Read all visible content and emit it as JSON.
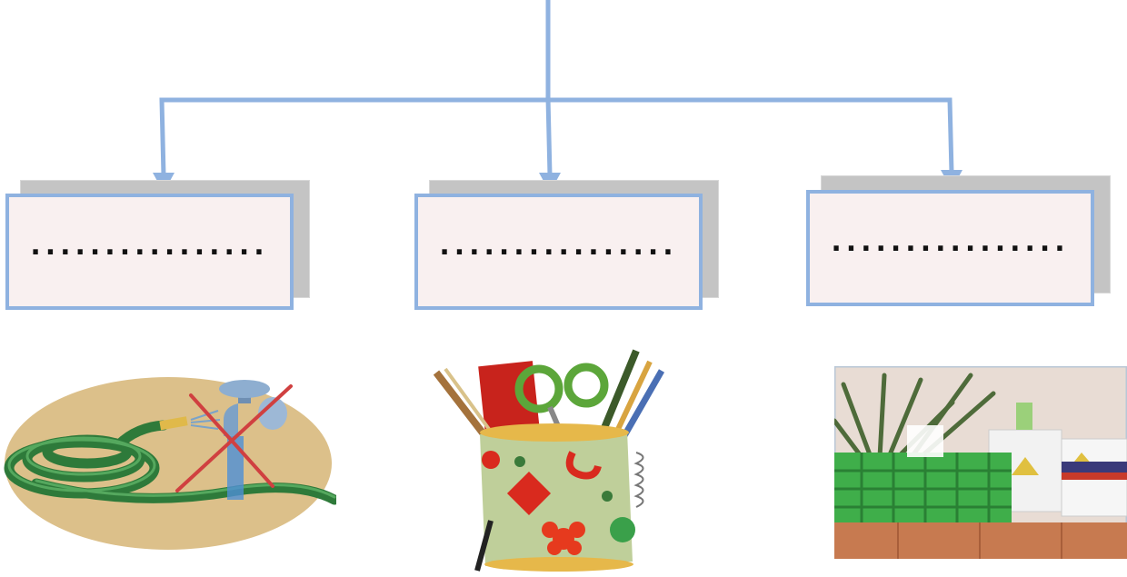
{
  "diagram": {
    "boxes": [
      {
        "id": "box-left",
        "text": "................"
      },
      {
        "id": "box-center",
        "text": "................"
      },
      {
        "id": "box-right",
        "text": "................"
      }
    ],
    "images": [
      {
        "id": "hose-tap",
        "icon": "garden-hose-crossed-tap"
      },
      {
        "id": "pencil-pot",
        "icon": "decorated-pencil-holder"
      },
      {
        "id": "planters",
        "icon": "recycled-container-planters"
      }
    ],
    "colors": {
      "connector": "#8fb2e0",
      "box_border": "#8fb2e0",
      "box_fill": "#f9f0f0",
      "box_shadow": "#c4c4c4"
    }
  }
}
